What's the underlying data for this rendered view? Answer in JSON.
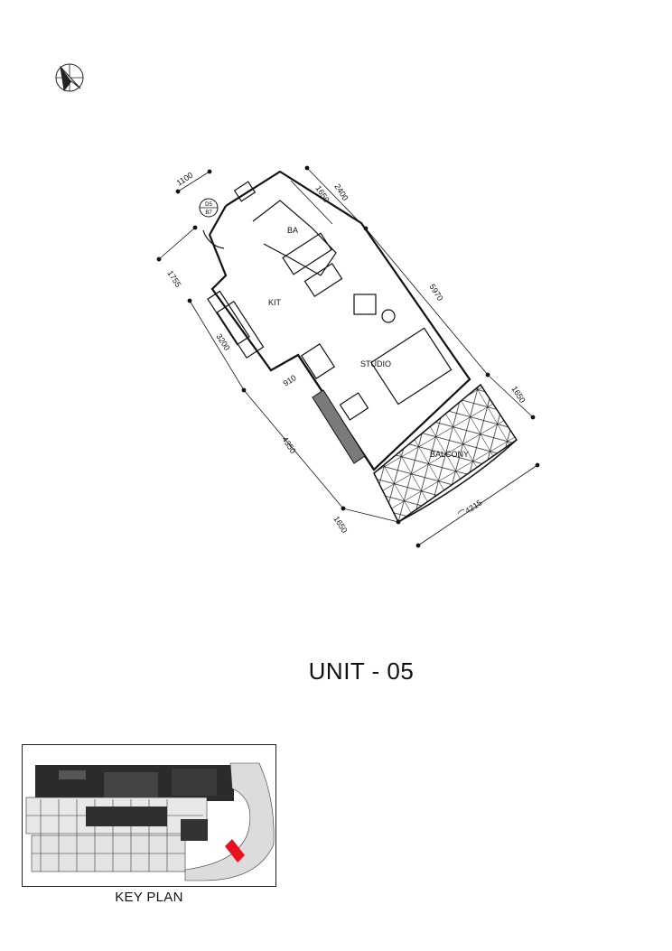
{
  "unit_title": "UNIT - 05",
  "key_plan_label": "KEY PLAN",
  "plan": {
    "rooms": {
      "ba": "BA",
      "kit": "KIT",
      "studio": "STUDIO",
      "balcony": "BALCONY"
    },
    "section_tag": {
      "top": "D5",
      "bottom": "B7"
    },
    "dimensions": {
      "d1100": "1100",
      "d1650_top": "1650",
      "d2400": "2400",
      "d1755": "1755",
      "d5970": "5970",
      "d3200": "3200",
      "d910": "910",
      "d1650_right": "1650",
      "d4350": "4350",
      "d4215": "⌒4215",
      "d1650_bottom": "1650"
    }
  },
  "colors": {
    "line": "#1a1a1a",
    "highlight": "#e8121e",
    "keyplan_dark": "#2b2b2b"
  }
}
